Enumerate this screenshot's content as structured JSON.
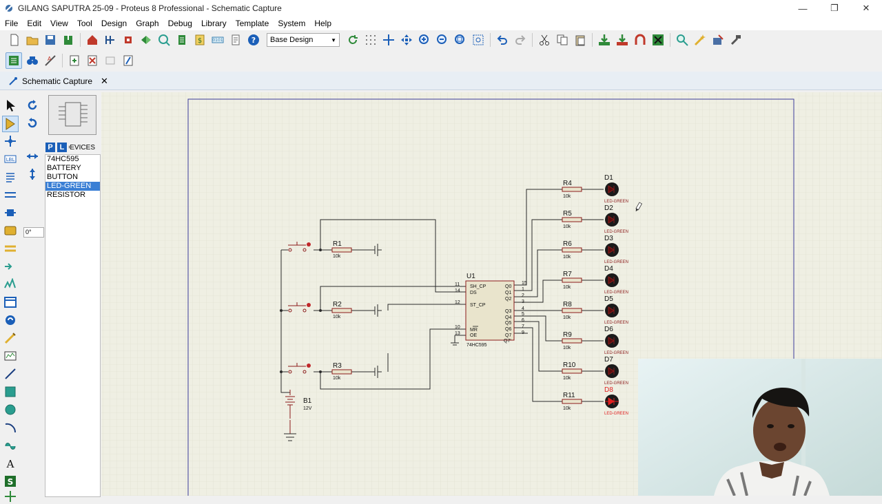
{
  "window": {
    "title": "GILANG SAPUTRA 25-09 - Proteus 8 Professional - Schematic Capture",
    "minimize": "—",
    "maximize": "❐",
    "close": "✕"
  },
  "menu": [
    "File",
    "Edit",
    "View",
    "Tool",
    "Design",
    "Graph",
    "Debug",
    "Library",
    "Template",
    "System",
    "Help"
  ],
  "toolbar": {
    "design_select": "Base Design"
  },
  "tab": {
    "label": "Schematic Capture"
  },
  "leftpanel": {
    "angle": "0°",
    "p_label": "P",
    "l_label": "L",
    "devices_label": "DEVICES",
    "devices": [
      "74HC595",
      "BATTERY",
      "BUTTON",
      "LED-GREEN",
      "RESISTOR"
    ],
    "selected": "LED-GREEN"
  },
  "schematic": {
    "ic": {
      "ref": "U1",
      "part": "74HC595",
      "pins_left": [
        "SH_CP",
        "DS",
        "ST_CP",
        "MR",
        "OE"
      ],
      "pin_nums_left": [
        "11",
        "14",
        "12",
        "10",
        "13"
      ],
      "pins_right": [
        "Q0",
        "Q1",
        "Q2",
        "Q3",
        "Q4",
        "Q5",
        "Q6",
        "Q7",
        "Q7'"
      ],
      "pin_nums_right": [
        "15",
        "1",
        "2",
        "3",
        "4",
        "5",
        "6",
        "7",
        "9"
      ]
    },
    "input_resistors": [
      {
        "ref": "R1",
        "value": "10k"
      },
      {
        "ref": "R2",
        "value": "10k"
      },
      {
        "ref": "R3",
        "value": "10k"
      }
    ],
    "led_resistors": [
      {
        "ref": "R4",
        "value": "10k"
      },
      {
        "ref": "R5",
        "value": "10k"
      },
      {
        "ref": "R6",
        "value": "10k"
      },
      {
        "ref": "R7",
        "value": "10k"
      },
      {
        "ref": "R8",
        "value": "10k"
      },
      {
        "ref": "R9",
        "value": "10k"
      },
      {
        "ref": "R10",
        "value": "10k"
      },
      {
        "ref": "R11",
        "value": "10k"
      }
    ],
    "leds": [
      {
        "ref": "D1",
        "part": "LED-GREEN"
      },
      {
        "ref": "D2",
        "part": "LED-GREEN"
      },
      {
        "ref": "D3",
        "part": "LED-GREEN"
      },
      {
        "ref": "D4",
        "part": "LED-GREEN"
      },
      {
        "ref": "D5",
        "part": "LED-GREEN"
      },
      {
        "ref": "D6",
        "part": "LED-GREEN"
      },
      {
        "ref": "D7",
        "part": "LED-GREEN"
      },
      {
        "ref": "D8",
        "part": "LED-GREEN"
      }
    ],
    "battery": {
      "ref": "B1",
      "value": "12V"
    }
  },
  "colors": {
    "sheet_bg": "#efefe3",
    "component": "#8b1a1a",
    "wire": "#2a2a2a",
    "selected": "#e02020"
  }
}
